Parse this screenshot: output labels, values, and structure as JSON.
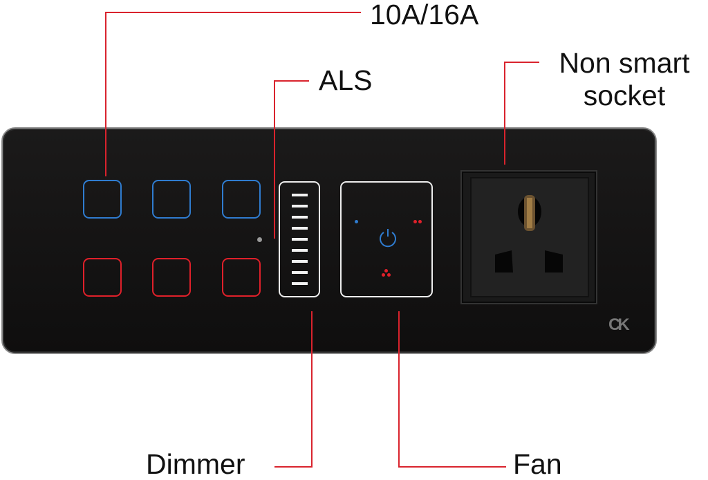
{
  "labels": {
    "relay_rating": "10A/16A",
    "als": "ALS",
    "socket_line1": "Non smart",
    "socket_line2": "socket",
    "dimmer": "Dimmer",
    "fan": "Fan"
  },
  "logo": "CK",
  "colors": {
    "leader": "#d9232d",
    "blue": "#2f7cd0",
    "red": "#e0202a"
  }
}
